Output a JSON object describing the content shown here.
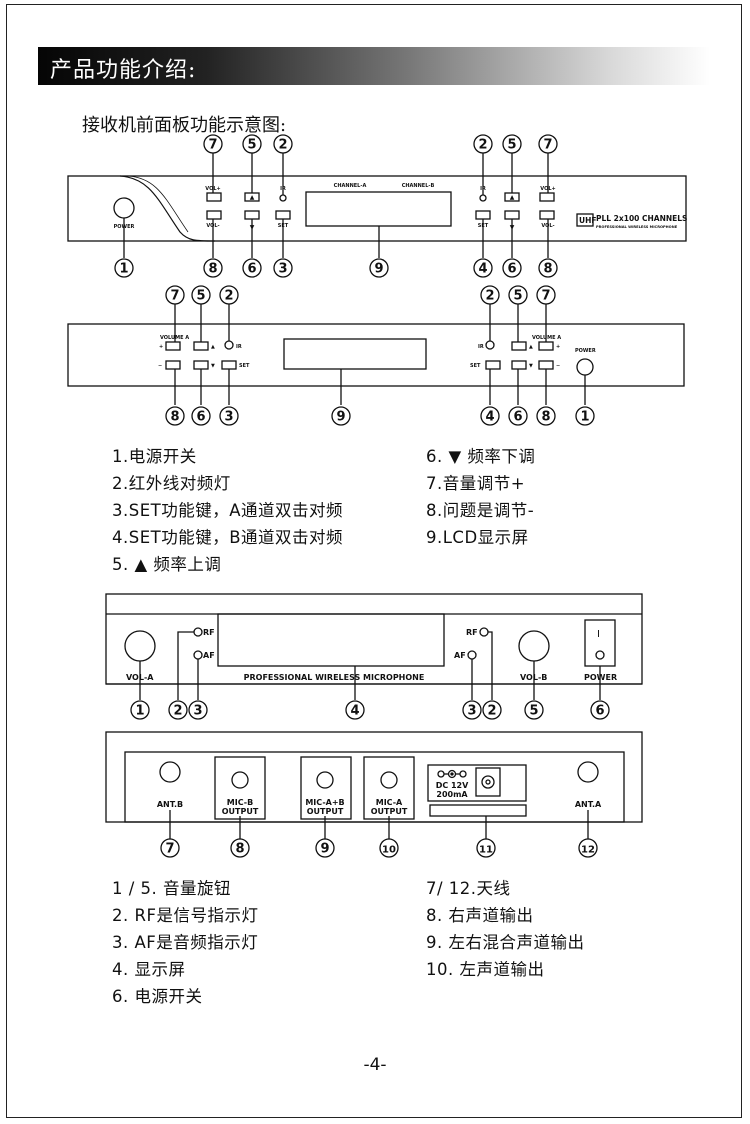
{
  "header": {
    "title": "产品功能介绍:"
  },
  "subtitle": "接收机前面板功能示意图:",
  "panel1": {
    "power": "POWER",
    "vol_plus": "VOL+",
    "vol_minus": "VOL-",
    "ir": "IR",
    "set": "SET",
    "channel_a": "CHANNEL-A",
    "channel_b": "CHANNEL-B",
    "uhf": "UHF",
    "model": "PLL 2x100 CHANNELS",
    "tagline": "PROFESSIONAL WIRELESS MICROPHONE"
  },
  "panel2": {
    "volume_a": "VOLUME A",
    "ir": "IR",
    "set": "SET",
    "power": "POWER",
    "plus": "+",
    "minus": "−",
    "up": "▲",
    "down": "▼"
  },
  "panel3": {
    "vol_a": "VOL-A",
    "vol_b": "VOL-B",
    "power": "POWER",
    "rf": "RF",
    "af": "AF",
    "tagline": "PROFESSIONAL WIRELESS MICROPHONE",
    "switch": "I"
  },
  "panel4": {
    "ant_b": "ANT.B",
    "ant_a": "ANT.A",
    "mic_b_1": "MIC-B",
    "mic_b_2": "OUTPUT",
    "mic_ab_1": "MIC-A+B",
    "mic_ab_2": "OUTPUT",
    "mic_a_1": "MIC-A",
    "mic_a_2": "OUTPUT",
    "dc_1": "DC 12V",
    "dc_2": "200mA"
  },
  "legend1": {
    "left": [
      "1.电源开关",
      "2.红外线对频灯",
      "3.SET功能键，A通道双击对频",
      "4.SET功能键，B通道双击对频",
      "5. ▲ 频率上调"
    ],
    "right": [
      "6. ▼  频率下调",
      "7.音量调节+",
      "8.问题是调节-",
      "9.LCD显示屏"
    ]
  },
  "legend2": {
    "left": [
      "1 / 5. 音量旋钮",
      "2. RF是信号指示灯",
      "3. AF是音频指示灯",
      "4. 显示屏",
      "6. 电源开关"
    ],
    "right": [
      "7/ 12.天线",
      "8. 右声道输出",
      "9. 左右混合声道输出",
      "10. 左声道输出"
    ]
  },
  "page_number": "-4-"
}
